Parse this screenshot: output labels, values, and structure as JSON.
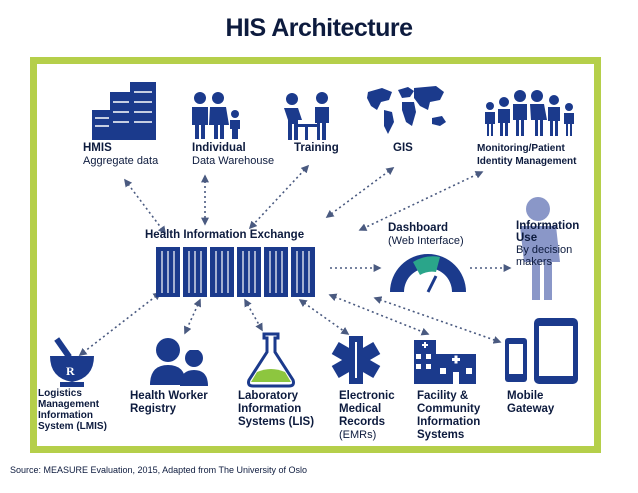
{
  "title": "HIS Architecture",
  "colors": {
    "navy": "#1b3a8c",
    "frame": "#b5cf4a",
    "text": "#0d1b3e",
    "person": "#8a97c8",
    "gauge_green": "#2aa58a"
  },
  "top_nodes": [
    {
      "icon": "building-icon",
      "title": "HMIS",
      "subtitle": "Aggregate data"
    },
    {
      "icon": "family-icon",
      "title": "Individual",
      "subtitle": "Data Warehouse"
    },
    {
      "icon": "training-icon",
      "title": "Training",
      "subtitle": ""
    },
    {
      "icon": "world-map-icon",
      "title": "GIS",
      "subtitle": ""
    },
    {
      "icon": "people-group-icon",
      "title": "Monitoring/Patient",
      "subtitle": "Identity Management"
    }
  ],
  "hub": {
    "title": "Health Information Exchange",
    "icon": "servers-icon"
  },
  "dashboard": {
    "title": "Dashboard",
    "subtitle": "(Web Interface)",
    "icon": "gauge-icon"
  },
  "info_use": {
    "title_line1": "Information",
    "title_line2": "Use",
    "sub_line1": "By decision",
    "sub_line2": "makers",
    "icon": "person-icon"
  },
  "bottom_nodes": [
    {
      "icon": "mortar-pestle-icon",
      "lines": [
        "Logistics",
        "Management",
        "Information",
        "System (LMIS)"
      ]
    },
    {
      "icon": "health-workers-icon",
      "lines": [
        "Health Worker",
        "Registry"
      ]
    },
    {
      "icon": "flask-icon",
      "lines": [
        "Laboratory",
        "Information",
        "Systems (LIS)"
      ]
    },
    {
      "icon": "star-of-life-icon",
      "lines": [
        "Electronic",
        "Medical",
        "Records",
        "(EMRs)"
      ]
    },
    {
      "icon": "hospital-icon",
      "lines": [
        "Facility &",
        "Community",
        "Information",
        "Systems"
      ]
    },
    {
      "icon": "phone-tablet-icon",
      "lines": [
        "Mobile",
        "Gateway"
      ]
    }
  ],
  "source": "Source: MEASURE Evaluation, 2015, Adapted from The University of Oslo"
}
